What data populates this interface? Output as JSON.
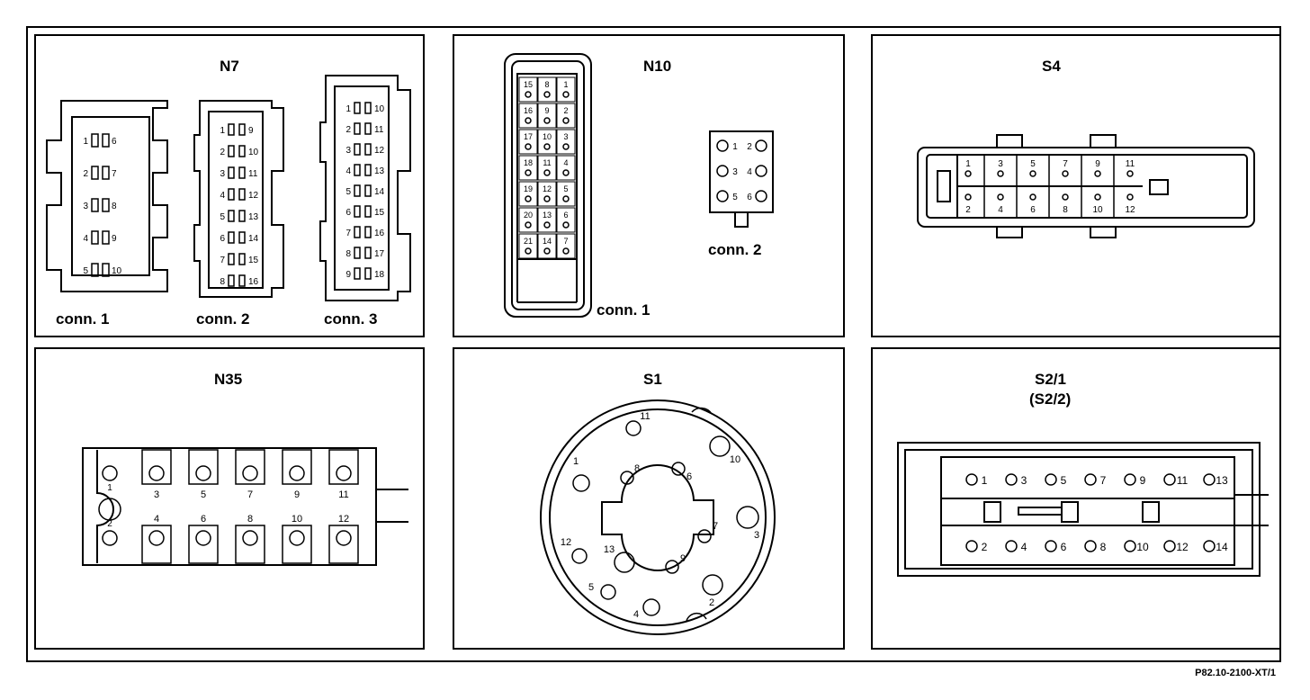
{
  "panels": {
    "n7": {
      "title": "N7",
      "conn1": "conn. 1",
      "conn2": "conn. 2",
      "conn3": "conn. 3"
    },
    "n10": {
      "title": "N10",
      "conn1": "conn. 1",
      "conn2": "conn. 2"
    },
    "s4": {
      "title": "S4"
    },
    "n35": {
      "title": "N35"
    },
    "s1": {
      "title": "S1"
    },
    "s21": {
      "title": "S2/1",
      "subtitle": "(S2/2)"
    }
  },
  "pins": {
    "n7_conn1": {
      "left": [
        "1",
        "2",
        "3",
        "4",
        "5"
      ],
      "right": [
        "6",
        "7",
        "8",
        "9",
        "10"
      ]
    },
    "n7_conn2": {
      "left": [
        "1",
        "2",
        "3",
        "4",
        "5",
        "6",
        "7",
        "8"
      ],
      "right": [
        "9",
        "10",
        "11",
        "12",
        "13",
        "14",
        "15",
        "16"
      ]
    },
    "n7_conn3": {
      "left": [
        "1",
        "2",
        "3",
        "4",
        "5",
        "6",
        "7",
        "8",
        "9"
      ],
      "right": [
        "10",
        "11",
        "12",
        "13",
        "14",
        "15",
        "16",
        "17",
        "18"
      ]
    },
    "n10_conn1": {
      "col1": [
        "15",
        "16",
        "17",
        "18",
        "19",
        "20",
        "21"
      ],
      "col2": [
        "8",
        "9",
        "10",
        "11",
        "12",
        "13",
        "14"
      ],
      "col3": [
        "1",
        "2",
        "3",
        "4",
        "5",
        "6",
        "7"
      ]
    },
    "n10_conn2": {
      "left": [
        "1",
        "3",
        "5"
      ],
      "right": [
        "2",
        "4",
        "6"
      ]
    },
    "s4": {
      "top": [
        "1",
        "3",
        "5",
        "7",
        "9",
        "11"
      ],
      "bottom": [
        "2",
        "4",
        "6",
        "8",
        "10",
        "12"
      ]
    },
    "n35": {
      "left": [
        "1",
        "2"
      ],
      "top": [
        "3",
        "5",
        "7",
        "9",
        "11"
      ],
      "bottom": [
        "4",
        "6",
        "8",
        "10",
        "12"
      ]
    },
    "s1": [
      "1",
      "2",
      "3",
      "4",
      "5",
      "6",
      "7",
      "8",
      "9",
      "10",
      "11",
      "12",
      "13"
    ],
    "s21": {
      "top": [
        "1",
        "3",
        "5",
        "7",
        "9",
        "11",
        "13"
      ],
      "bottom": [
        "2",
        "4",
        "6",
        "8",
        "10",
        "12",
        "14"
      ]
    }
  },
  "footer": {
    "reference": "P82.10-2100-XT/1"
  }
}
